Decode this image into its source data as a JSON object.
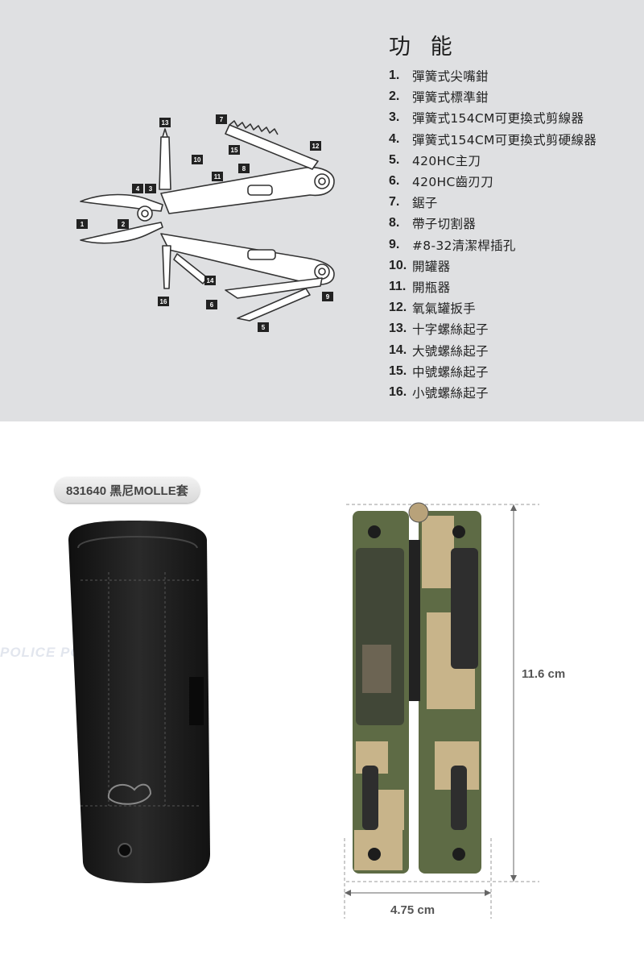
{
  "features": {
    "title": "功 能",
    "items": [
      {
        "num": "1.",
        "name": "彈簧式尖嘴鉗"
      },
      {
        "num": "2.",
        "name": "彈簧式標準鉗"
      },
      {
        "num": "3.",
        "name": "彈簧式154CM可更換式剪線器"
      },
      {
        "num": "4.",
        "name": "彈簧式154CM可更換式剪硬線器"
      },
      {
        "num": "5.",
        "name": "420HC主刀"
      },
      {
        "num": "6.",
        "name": "420HC齒刃刀"
      },
      {
        "num": "7.",
        "name": "鋸子"
      },
      {
        "num": "8.",
        "name": "帶子切割器"
      },
      {
        "num": "9.",
        "name": " #8-32清潔桿插孔"
      },
      {
        "num": "10.",
        "name": "開罐器"
      },
      {
        "num": "11.",
        "name": "開瓶器"
      },
      {
        "num": "12.",
        "name": "氧氣罐扳手"
      },
      {
        "num": "13.",
        "name": "十字螺絲起子"
      },
      {
        "num": "14.",
        "name": "大號螺絲起子"
      },
      {
        "num": "15.",
        "name": "中號螺絲起子"
      },
      {
        "num": "16.",
        "name": "小號螺絲起子"
      }
    ]
  },
  "diagram_callouts": [
    "1",
    "2",
    "3",
    "4",
    "5",
    "6",
    "7",
    "8",
    "9",
    "10",
    "11",
    "12",
    "13",
    "14",
    "15",
    "16"
  ],
  "sheath": {
    "label": "831640 黑尼MOLLE套"
  },
  "watermark": "POLICE   POLICE",
  "dimensions": {
    "height": "11.6 cm",
    "width": "4.75 cm"
  },
  "colors": {
    "top_panel_bg": "#dfe0e2",
    "camo_light": "#c8b48a",
    "camo_green": "#5e6b45",
    "sheath_black": "#1c1c1c"
  }
}
